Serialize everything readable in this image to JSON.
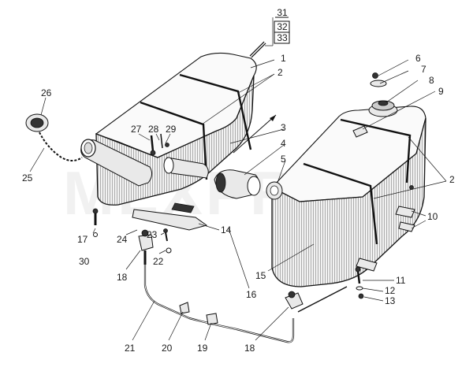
{
  "diagram": {
    "watermark": "MEXPRO",
    "callouts": [
      {
        "id": "c1",
        "label": "1"
      },
      {
        "id": "c2a",
        "label": "2"
      },
      {
        "id": "c2b",
        "label": "2"
      },
      {
        "id": "c3",
        "label": "3"
      },
      {
        "id": "c4",
        "label": "4"
      },
      {
        "id": "c5",
        "label": "5"
      },
      {
        "id": "c6",
        "label": "6"
      },
      {
        "id": "c7",
        "label": "7"
      },
      {
        "id": "c8",
        "label": "8"
      },
      {
        "id": "c9",
        "label": "9"
      },
      {
        "id": "c10",
        "label": "10"
      },
      {
        "id": "c11",
        "label": "11"
      },
      {
        "id": "c12",
        "label": "12"
      },
      {
        "id": "c13",
        "label": "13"
      },
      {
        "id": "c14",
        "label": "14"
      },
      {
        "id": "c15",
        "label": "15"
      },
      {
        "id": "c16",
        "label": "16"
      },
      {
        "id": "c17",
        "label": "17"
      },
      {
        "id": "c18a",
        "label": "18"
      },
      {
        "id": "c18b",
        "label": "18"
      },
      {
        "id": "c19",
        "label": "19"
      },
      {
        "id": "c20",
        "label": "20"
      },
      {
        "id": "c21",
        "label": "21"
      },
      {
        "id": "c22",
        "label": "22"
      },
      {
        "id": "c23",
        "label": "23"
      },
      {
        "id": "c24",
        "label": "24"
      },
      {
        "id": "c25",
        "label": "25"
      },
      {
        "id": "c26",
        "label": "26"
      },
      {
        "id": "c27",
        "label": "27"
      },
      {
        "id": "c28",
        "label": "28"
      },
      {
        "id": "c29",
        "label": "29"
      },
      {
        "id": "c30",
        "label": "30"
      },
      {
        "id": "c31",
        "label": "31"
      },
      {
        "id": "c32",
        "label": "32"
      },
      {
        "id": "c33",
        "label": "33"
      }
    ]
  }
}
